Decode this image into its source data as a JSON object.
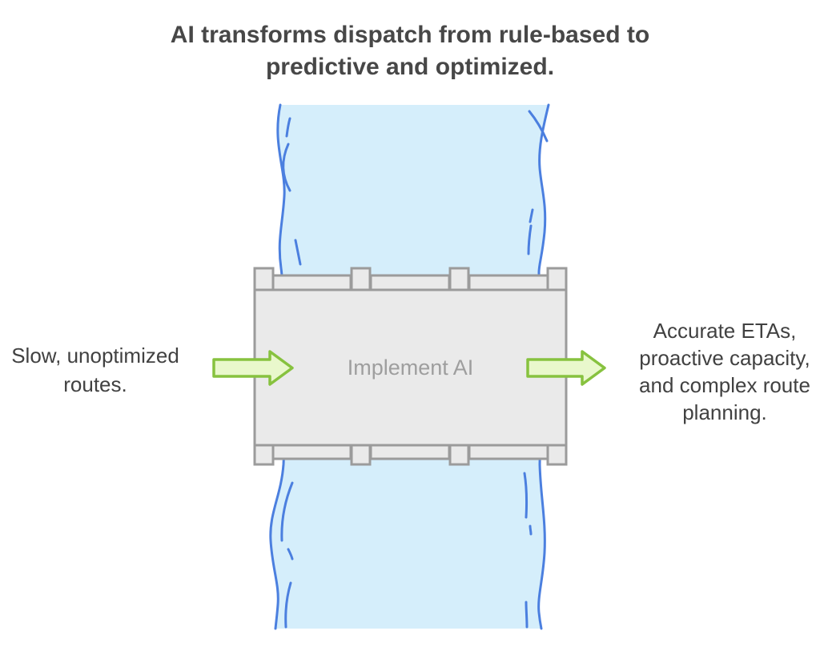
{
  "title": {
    "lines": [
      "AI transforms dispatch from rule-based to",
      "predictive and optimized."
    ],
    "full": "AI transforms dispatch from rule-based to predictive and optimized."
  },
  "left_label": {
    "lines": [
      "Slow, unoptimized",
      "routes."
    ],
    "full": "Slow, unoptimized routes."
  },
  "right_label": {
    "lines": [
      "Accurate ETAs,",
      "proactive capacity,",
      "and complex route",
      "planning."
    ],
    "full": "Accurate ETAs, proactive capacity, and complex route planning."
  },
  "bridge": {
    "label": "Implement AI"
  },
  "colors": {
    "background": "#ffffff",
    "river_fill": "#d5eefb",
    "river_stroke": "#4b7fdf",
    "bridge_fill": "#eaeaea",
    "bridge_stroke": "#9b9b9b",
    "arrow_fill": "#e9f8cc",
    "arrow_stroke": "#87c23f",
    "title_color": "#474747",
    "text_color": "#414141",
    "bridge_label_color": "#9e9e9e"
  }
}
